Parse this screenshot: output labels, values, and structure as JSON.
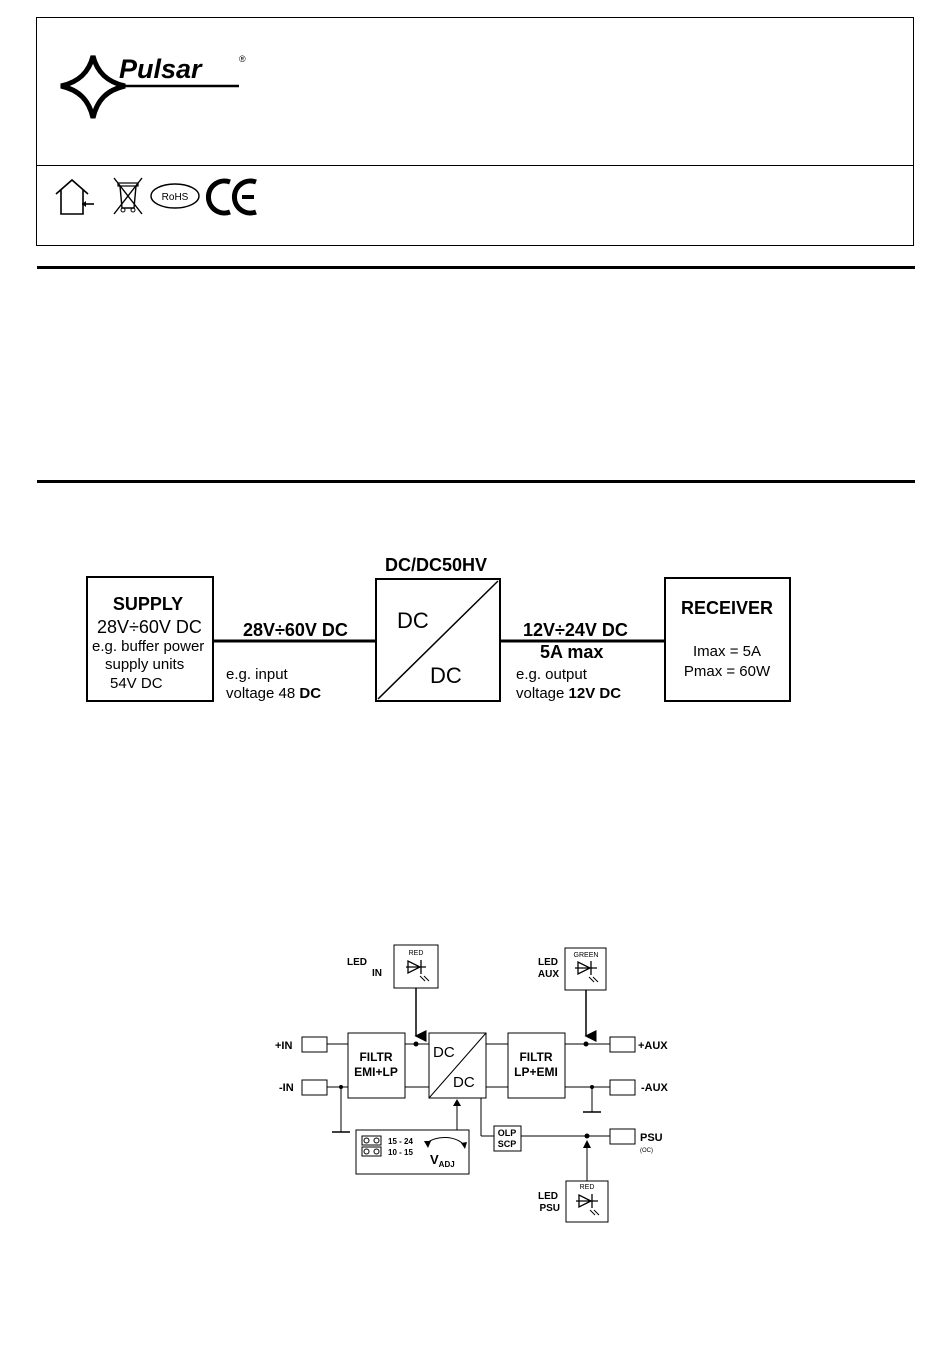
{
  "brand": {
    "name": "Pulsar",
    "registered": "®"
  },
  "certifications": {
    "icons": [
      "indoor-use-icon",
      "weee-crossed-bin-icon",
      "rohs-icon",
      "ce-mark-icon"
    ],
    "rohs_label": "RoHS",
    "ce_label": "CE"
  },
  "application_diagram": {
    "converter_title": "DC/DC50HV",
    "converter_top": "DC",
    "converter_bottom": "DC",
    "supply": {
      "title": "SUPPLY",
      "range": "28V÷60V DC",
      "line1": "e.g. buffer power",
      "line2": "supply units",
      "line3": "54V DC"
    },
    "input": {
      "range": "28V÷60V DC",
      "note_line1": "e.g. input",
      "note_line2_plain": "voltage 48 ",
      "note_line2_bold": "DC"
    },
    "output": {
      "range": "12V÷24V DC",
      "current": "5A max",
      "note_line1": "e.g. output",
      "note_line2_plain": "voltage ",
      "note_line2_bold": "12V DC"
    },
    "receiver": {
      "title": "RECEIVER",
      "imax": "Imax = 5A",
      "pmax": "Pmax = 60W"
    }
  },
  "block_diagram": {
    "led_in": {
      "label1": "LED",
      "label2": "IN",
      "color": "RED"
    },
    "led_aux": {
      "label1": "LED",
      "label2": "AUX",
      "color": "GREEN"
    },
    "led_psu": {
      "label1": "LED",
      "label2": "PSU",
      "color": "RED"
    },
    "plus_in": "+IN",
    "minus_in": "-IN",
    "plus_aux": "+AUX",
    "minus_aux": "-AUX",
    "psu": "PSU",
    "psu_oc": "(OC)",
    "filter_in": {
      "line1": "FILTR",
      "line2": "EMI+LP"
    },
    "filter_out": {
      "line1": "FILTR",
      "line2": "LP+EMI"
    },
    "converter_top": "DC",
    "converter_bottom": "DC",
    "olp": "OLP",
    "scp": "SCP",
    "jumper_range1": "15 - 24",
    "jumper_range2": "10 - 15",
    "vadj_main": "V",
    "vadj_sub": "ADJ"
  }
}
